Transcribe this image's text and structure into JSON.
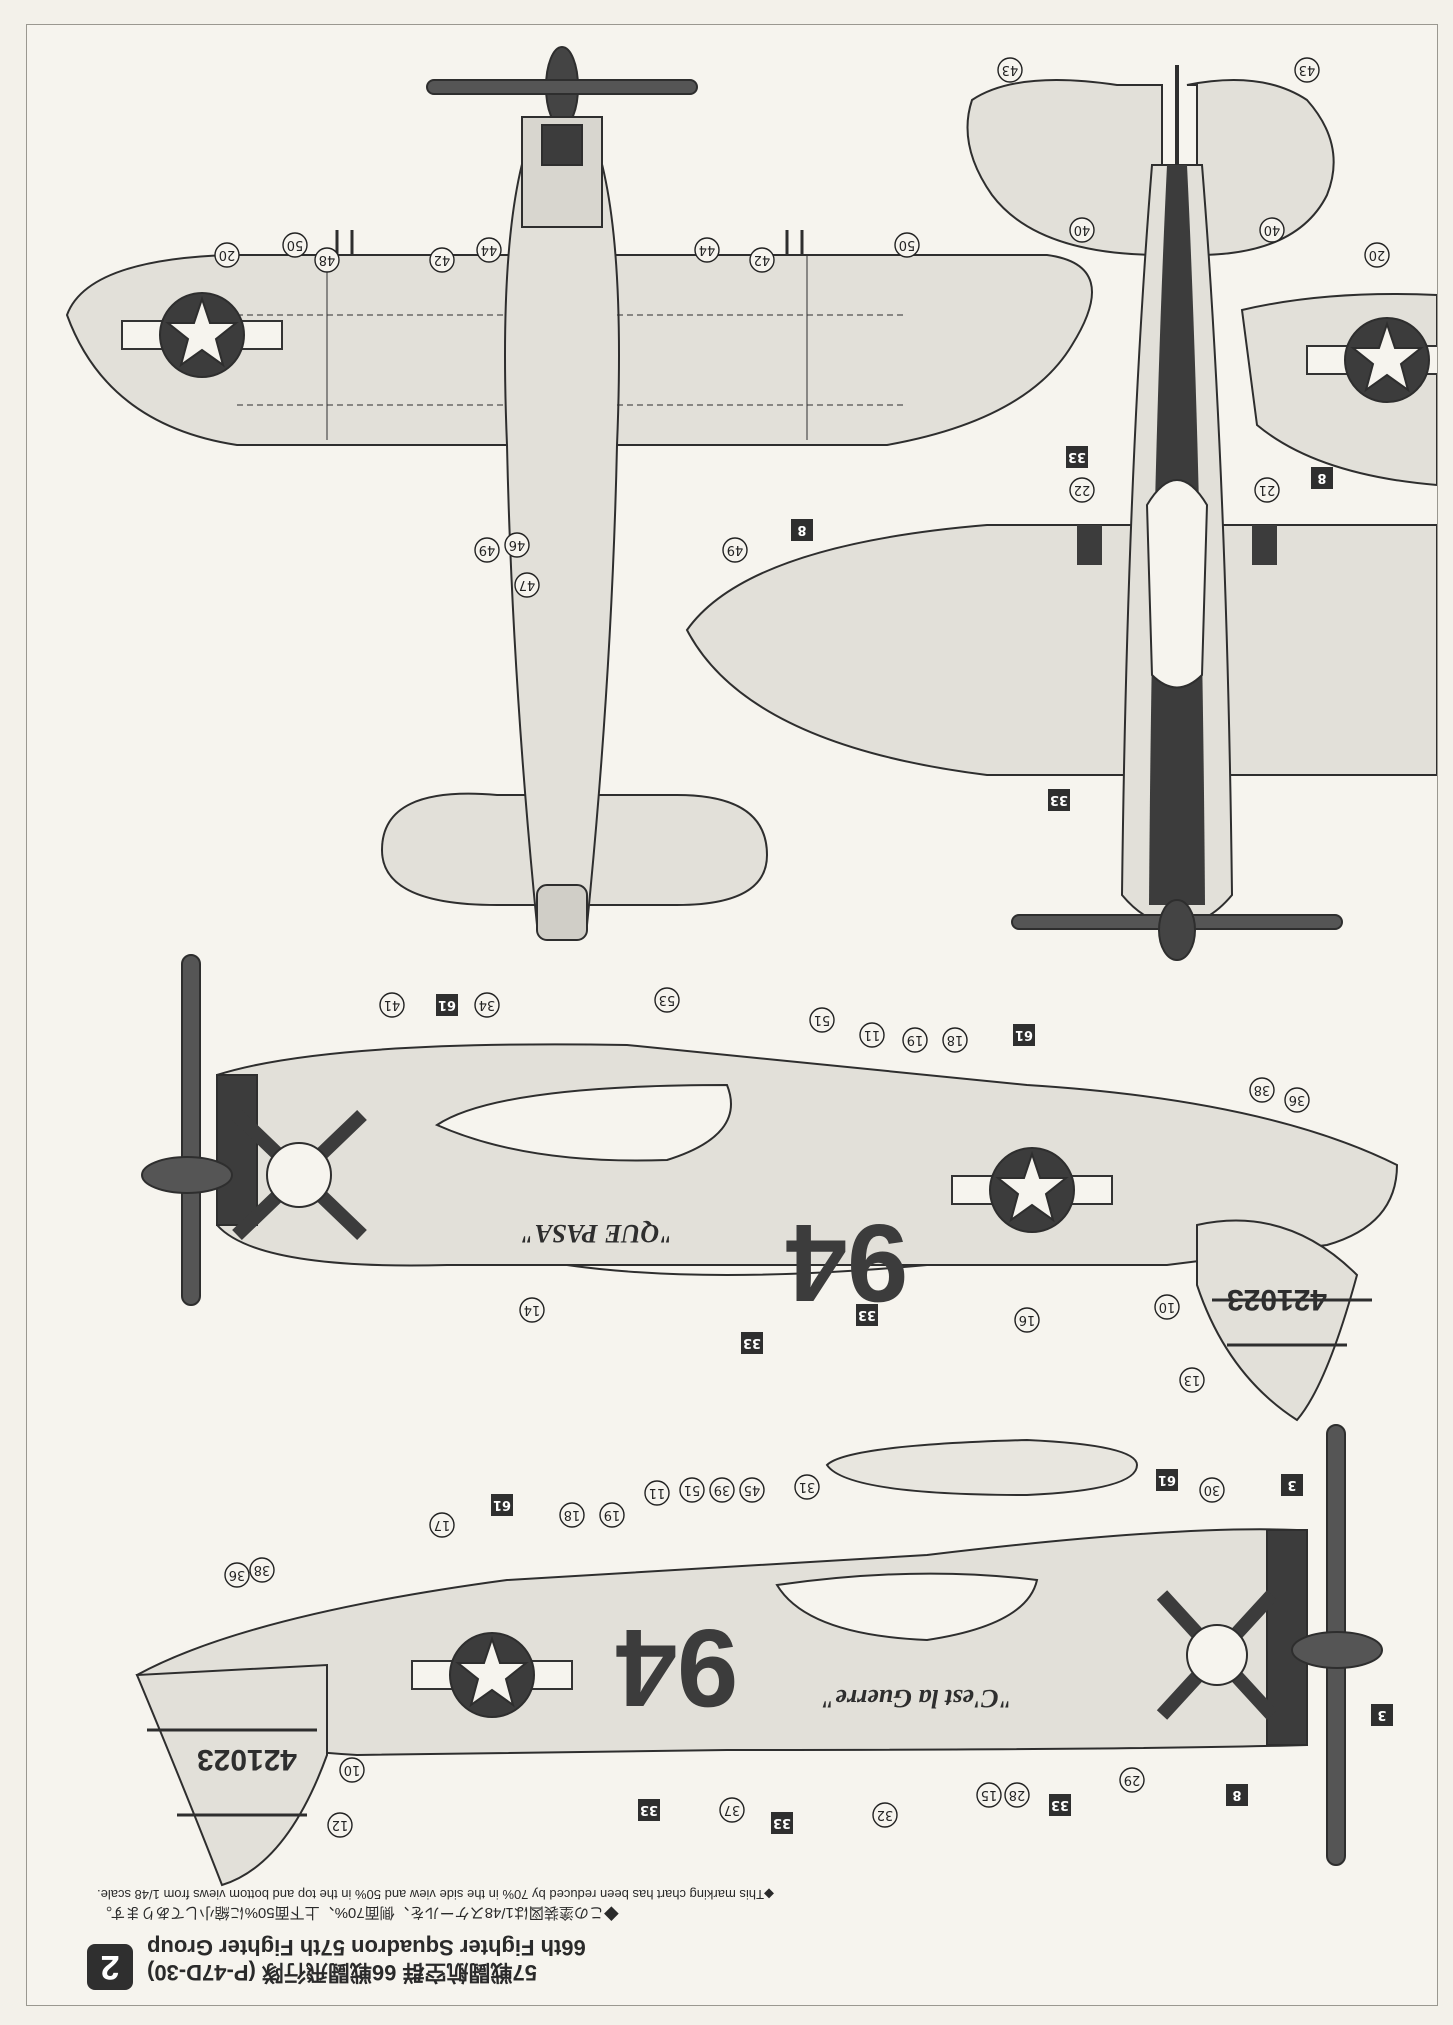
{
  "header": {
    "plate_number": "2",
    "title_jp": "57戦闘航空群 66戦闘飛行隊 (P-47D-30)",
    "title_en": "66th Fighter Squadron 57th Fighter Group",
    "note_jp": "◆この塗装図は1/48スケールを、側面70%、上下面50%に縮小してあります。",
    "note_en": "◆This marking chart has been reduced by 70% in the side view and 50% in the top and bottom views from 1/48 scale."
  },
  "aircraft": {
    "code": "94",
    "serial": "421023",
    "nose_art_port": "\"QUE PASA\"",
    "nose_art_starboard": "\"C'est la Guerre\""
  },
  "callouts_top_view": [
    "50",
    "48",
    "42",
    "44",
    "44",
    "42",
    "50",
    "20",
    "49",
    "46",
    "47",
    "49",
    "8"
  ],
  "callouts_bottom_view": [
    "43",
    "43",
    "40",
    "40",
    "20",
    "22",
    "21",
    "33",
    "8",
    "33"
  ],
  "callouts_port_side": [
    "41",
    "61",
    "34",
    "53",
    "51",
    "11",
    "19",
    "18",
    "61",
    "38",
    "36",
    "14",
    "33",
    "33",
    "16",
    "10",
    "13"
  ],
  "callouts_starboard_side": [
    "17",
    "61",
    "18",
    "19",
    "11",
    "51",
    "39",
    "45",
    "31",
    "61",
    "30",
    "3",
    "36",
    "38",
    "10",
    "12",
    "33",
    "37",
    "33",
    "32",
    "15",
    "28",
    "33",
    "29",
    "8",
    "3"
  ],
  "colors": {
    "aircraft_fill": "#e2e0d9",
    "dark_band": "#3c3c3c",
    "outline": "#2e2e2e"
  }
}
